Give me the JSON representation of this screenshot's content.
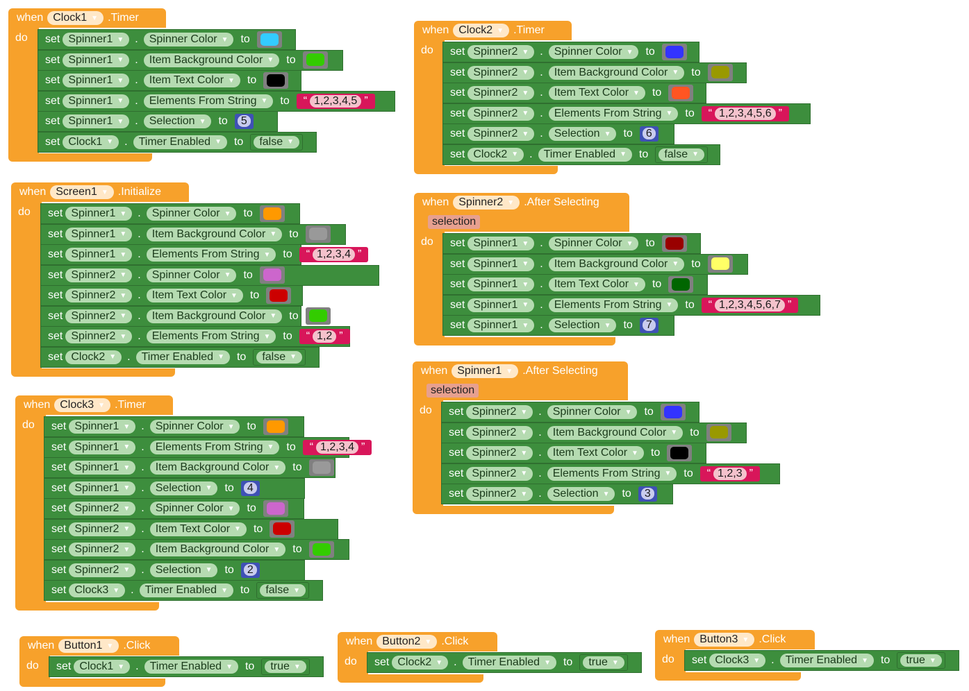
{
  "labels": {
    "when": "when",
    "do": "do",
    "set": "set",
    "to": "to",
    "dot": ".",
    "arrow": "▼",
    "quote_open": "“",
    "quote_close": "”"
  },
  "events": [
    {
      "component": "Clock1",
      "event": ".Timer",
      "statements": [
        {
          "component": "Spinner1",
          "property": "Spinner Color",
          "value": {
            "type": "color",
            "color": "#33ccff"
          }
        },
        {
          "component": "Spinner1",
          "property": "Item Background Color",
          "value": {
            "type": "color",
            "color": "#33cc00"
          }
        },
        {
          "component": "Spinner1",
          "property": "Item Text Color",
          "value": {
            "type": "color",
            "color": "#000000"
          }
        },
        {
          "component": "Spinner1",
          "property": "Elements From String",
          "value": {
            "type": "string",
            "text": "1,2,3,4,5"
          }
        },
        {
          "component": "Spinner1",
          "property": "Selection",
          "value": {
            "type": "number",
            "text": "5"
          }
        },
        {
          "component": "Clock1",
          "property": "Timer Enabled",
          "value": {
            "type": "bool",
            "text": "false"
          }
        }
      ]
    },
    {
      "component": "Screen1",
      "event": ".Initialize",
      "statements": [
        {
          "component": "Spinner1",
          "property": "Spinner Color",
          "value": {
            "type": "color",
            "color": "#ff9900"
          }
        },
        {
          "component": "Spinner1",
          "property": "Item Background Color",
          "value": {
            "type": "color",
            "color": "#999999"
          }
        },
        {
          "component": "Spinner1",
          "property": "Elements From String",
          "value": {
            "type": "string",
            "text": "1,2,3,4"
          }
        },
        {
          "component": "Spinner2",
          "property": "Spinner Color",
          "value": {
            "type": "color",
            "color": "#cc66cc"
          }
        },
        {
          "component": "Spinner2",
          "property": "Item Text Color",
          "value": {
            "type": "color",
            "color": "#cc0000"
          }
        },
        {
          "component": "Spinner2",
          "property": "Item Background Color",
          "value": {
            "type": "color",
            "color": "#33cc00"
          }
        },
        {
          "component": "Spinner2",
          "property": "Elements From String",
          "value": {
            "type": "string",
            "text": "1,2"
          }
        },
        {
          "component": "Clock2",
          "property": "Timer Enabled",
          "value": {
            "type": "bool",
            "text": "false"
          }
        }
      ]
    },
    {
      "component": "Clock3",
      "event": ".Timer",
      "statements": [
        {
          "component": "Spinner1",
          "property": "Spinner Color",
          "value": {
            "type": "color",
            "color": "#ff9900"
          }
        },
        {
          "component": "Spinner1",
          "property": "Elements From String",
          "value": {
            "type": "string",
            "text": "1,2,3,4"
          }
        },
        {
          "component": "Spinner1",
          "property": "Item Background Color",
          "value": {
            "type": "color",
            "color": "#999999"
          }
        },
        {
          "component": "Spinner1",
          "property": "Selection",
          "value": {
            "type": "number",
            "text": "4"
          }
        },
        {
          "component": "Spinner2",
          "property": "Spinner Color",
          "value": {
            "type": "color",
            "color": "#cc66cc"
          }
        },
        {
          "component": "Spinner2",
          "property": "Item Text Color",
          "value": {
            "type": "color",
            "color": "#cc0000"
          }
        },
        {
          "component": "Spinner2",
          "property": "Item Background Color",
          "value": {
            "type": "color",
            "color": "#33cc00"
          }
        },
        {
          "component": "Spinner2",
          "property": "Selection",
          "value": {
            "type": "number",
            "text": "2"
          }
        },
        {
          "component": "Clock3",
          "property": "Timer Enabled",
          "value": {
            "type": "bool",
            "text": "false"
          }
        }
      ]
    },
    {
      "component": "Clock2",
      "event": ".Timer",
      "statements": [
        {
          "component": "Spinner2",
          "property": "Spinner Color",
          "value": {
            "type": "color",
            "color": "#3333ff"
          }
        },
        {
          "component": "Spinner2",
          "property": "Item Background Color",
          "value": {
            "type": "color",
            "color": "#999900"
          }
        },
        {
          "component": "Spinner2",
          "property": "Item Text Color",
          "value": {
            "type": "color",
            "color": "#ff5522"
          }
        },
        {
          "component": "Spinner2",
          "property": "Elements From String",
          "value": {
            "type": "string",
            "text": "1,2,3,4,5,6"
          }
        },
        {
          "component": "Spinner2",
          "property": "Selection",
          "value": {
            "type": "number",
            "text": "6"
          }
        },
        {
          "component": "Clock2",
          "property": "Timer Enabled",
          "value": {
            "type": "bool",
            "text": "false"
          }
        }
      ]
    },
    {
      "component": "Spinner2",
      "event": ".After Selecting",
      "param": "selection",
      "statements": [
        {
          "component": "Spinner1",
          "property": "Spinner Color",
          "value": {
            "type": "color",
            "color": "#990000"
          }
        },
        {
          "component": "Spinner1",
          "property": "Item Background Color",
          "value": {
            "type": "color",
            "color": "#ffff66"
          }
        },
        {
          "component": "Spinner1",
          "property": "Item Text Color",
          "value": {
            "type": "color",
            "color": "#006600"
          }
        },
        {
          "component": "Spinner1",
          "property": "Elements From String",
          "value": {
            "type": "string",
            "text": "1,2,3,4,5,6,7"
          }
        },
        {
          "component": "Spinner1",
          "property": "Selection",
          "value": {
            "type": "number",
            "text": "7"
          }
        }
      ]
    },
    {
      "component": "Spinner1",
      "event": ".After Selecting",
      "param": "selection",
      "statements": [
        {
          "component": "Spinner2",
          "property": "Spinner Color",
          "value": {
            "type": "color",
            "color": "#3333ff"
          }
        },
        {
          "component": "Spinner2",
          "property": "Item Background Color",
          "value": {
            "type": "color",
            "color": "#999900"
          }
        },
        {
          "component": "Spinner2",
          "property": "Item Text Color",
          "value": {
            "type": "color",
            "color": "#000000"
          }
        },
        {
          "component": "Spinner2",
          "property": "Elements From String",
          "value": {
            "type": "string",
            "text": "1,2,3"
          }
        },
        {
          "component": "Spinner2",
          "property": "Selection",
          "value": {
            "type": "number",
            "text": "3"
          }
        }
      ]
    },
    {
      "component": "Button1",
      "event": ".Click",
      "statements": [
        {
          "component": "Clock1",
          "property": "Timer Enabled",
          "value": {
            "type": "bool",
            "text": "true"
          }
        }
      ]
    },
    {
      "component": "Button2",
      "event": ".Click",
      "statements": [
        {
          "component": "Clock2",
          "property": "Timer Enabled",
          "value": {
            "type": "bool",
            "text": "true"
          }
        }
      ]
    },
    {
      "component": "Button3",
      "event": ".Click",
      "statements": [
        {
          "component": "Clock3",
          "property": "Timer Enabled",
          "value": {
            "type": "bool",
            "text": "true"
          }
        }
      ]
    }
  ]
}
